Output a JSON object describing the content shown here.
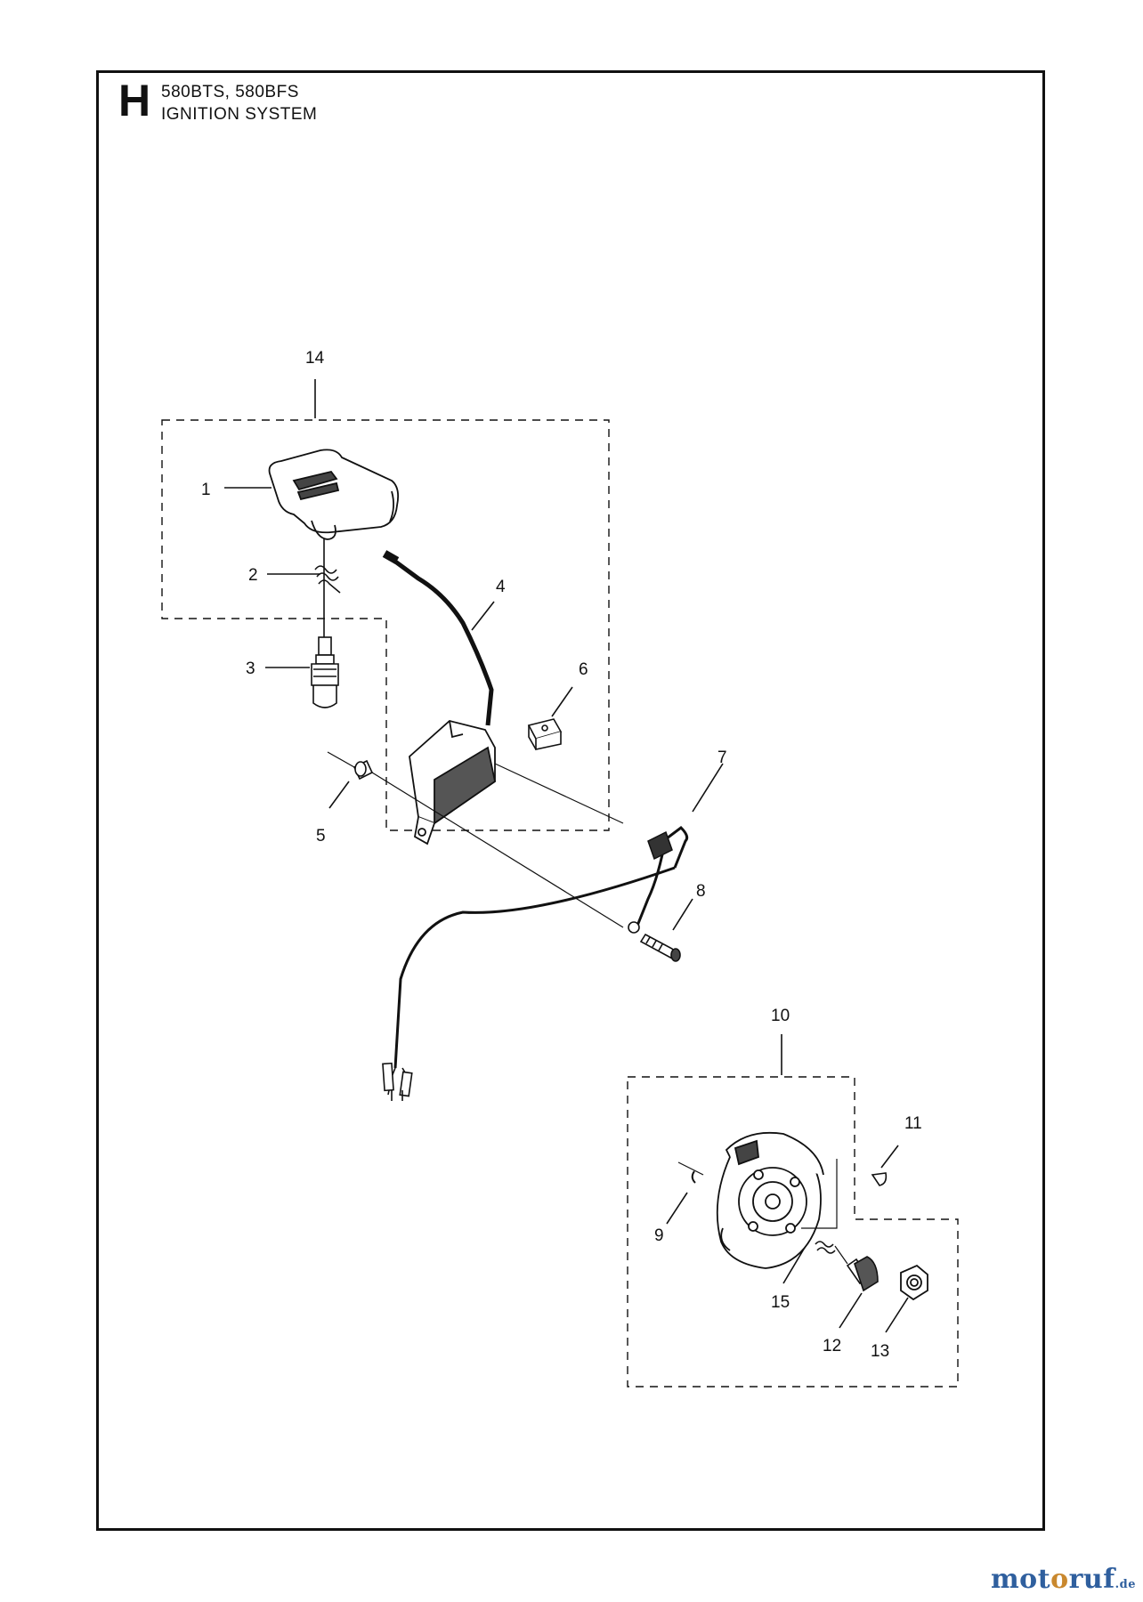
{
  "header": {
    "section_letter": "H",
    "models": "580BTS, 580BFS",
    "title": "IGNITION SYSTEM"
  },
  "callouts": {
    "c1": "1",
    "c2": "2",
    "c3": "3",
    "c4": "4",
    "c5": "5",
    "c6": "6",
    "c7": "7",
    "c8": "8",
    "c9": "9",
    "c10": "10",
    "c11": "11",
    "c12": "12",
    "c13": "13",
    "c14": "14",
    "c15": "15"
  },
  "watermark": {
    "part1": "mot",
    "part2": "o",
    "part3": "ruf",
    "suffix": ".de"
  },
  "colors": {
    "line": "#111111",
    "watermark_blue": "#2f5f9e",
    "watermark_orange": "#c9882e"
  }
}
